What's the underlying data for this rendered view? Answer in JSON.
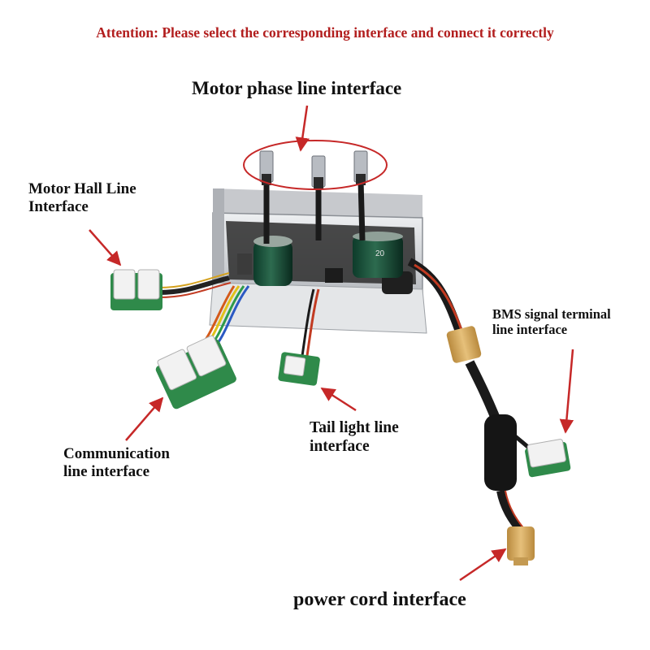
{
  "attention": "Attention: Please select the corresponding interface and connect it correctly",
  "labels": {
    "motor_phase": [
      "Motor phase line interface"
    ],
    "motor_hall": [
      "Motor Hall Line",
      "Interface"
    ],
    "bms_signal": [
      "BMS signal terminal",
      "line interface"
    ],
    "communication": [
      "Communication",
      "line interface"
    ],
    "tail_light": [
      "Tail light line",
      "interface"
    ],
    "power_cord": [
      "power cord interface"
    ]
  },
  "component_text": {
    "capacitor_marking": "20"
  },
  "colors": {
    "attention_text": "#b21e1e",
    "arrow": "#c62828",
    "label_text": "#111111",
    "pcb_green": "#2f8a4a",
    "connector_white": "#f2f2f2",
    "xt_connector": "#d8ad5e",
    "cable": "#1a1a1a",
    "metal_plate": "#d9dadc"
  }
}
